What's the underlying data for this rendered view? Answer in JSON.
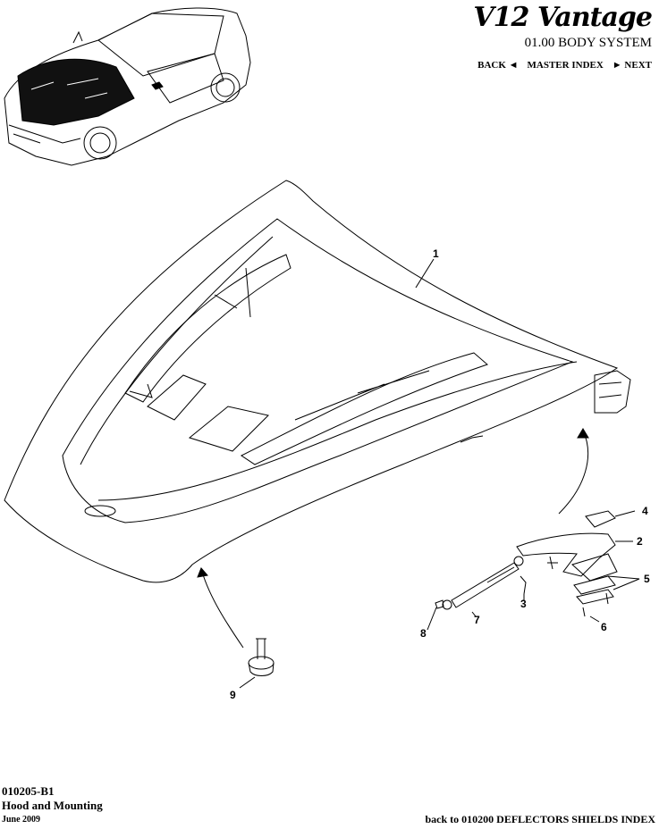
{
  "header": {
    "brand": "V12 Vantage",
    "section_title": "01.00 BODY SYSTEM",
    "nav": {
      "back_label": "BACK ◄",
      "master_label": "MASTER INDEX",
      "next_label": "► NEXT"
    }
  },
  "diagram": {
    "callouts": [
      "1",
      "2",
      "3",
      "4",
      "5",
      "6",
      "7",
      "8",
      "9"
    ]
  },
  "footer": {
    "code": "010205-B1",
    "name": "Hood and Mounting",
    "date": "June 2009",
    "back_link": "back to 010200 DEFLECTORS SHIELDS INDEX"
  }
}
